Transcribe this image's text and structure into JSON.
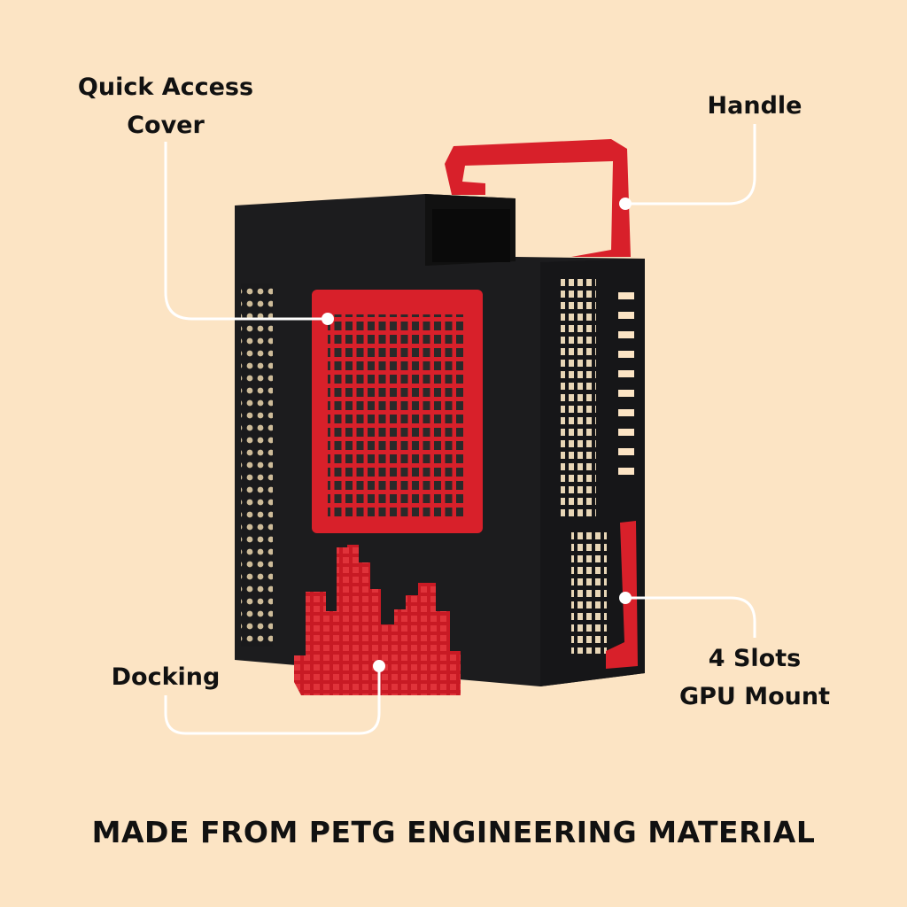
{
  "callouts": {
    "quick_access": [
      "Quick Access",
      "Cover"
    ],
    "handle": "Handle",
    "docking": "Docking",
    "gpu": [
      "4 Slots",
      "GPU Mount"
    ]
  },
  "footer_title": "MADE FROM PETG ENGINEERING MATERIAL",
  "colors": {
    "background": "#fce4c4",
    "case": "#1c1c1e",
    "accent": "#d8202a",
    "callout_line": "#ffffff"
  }
}
